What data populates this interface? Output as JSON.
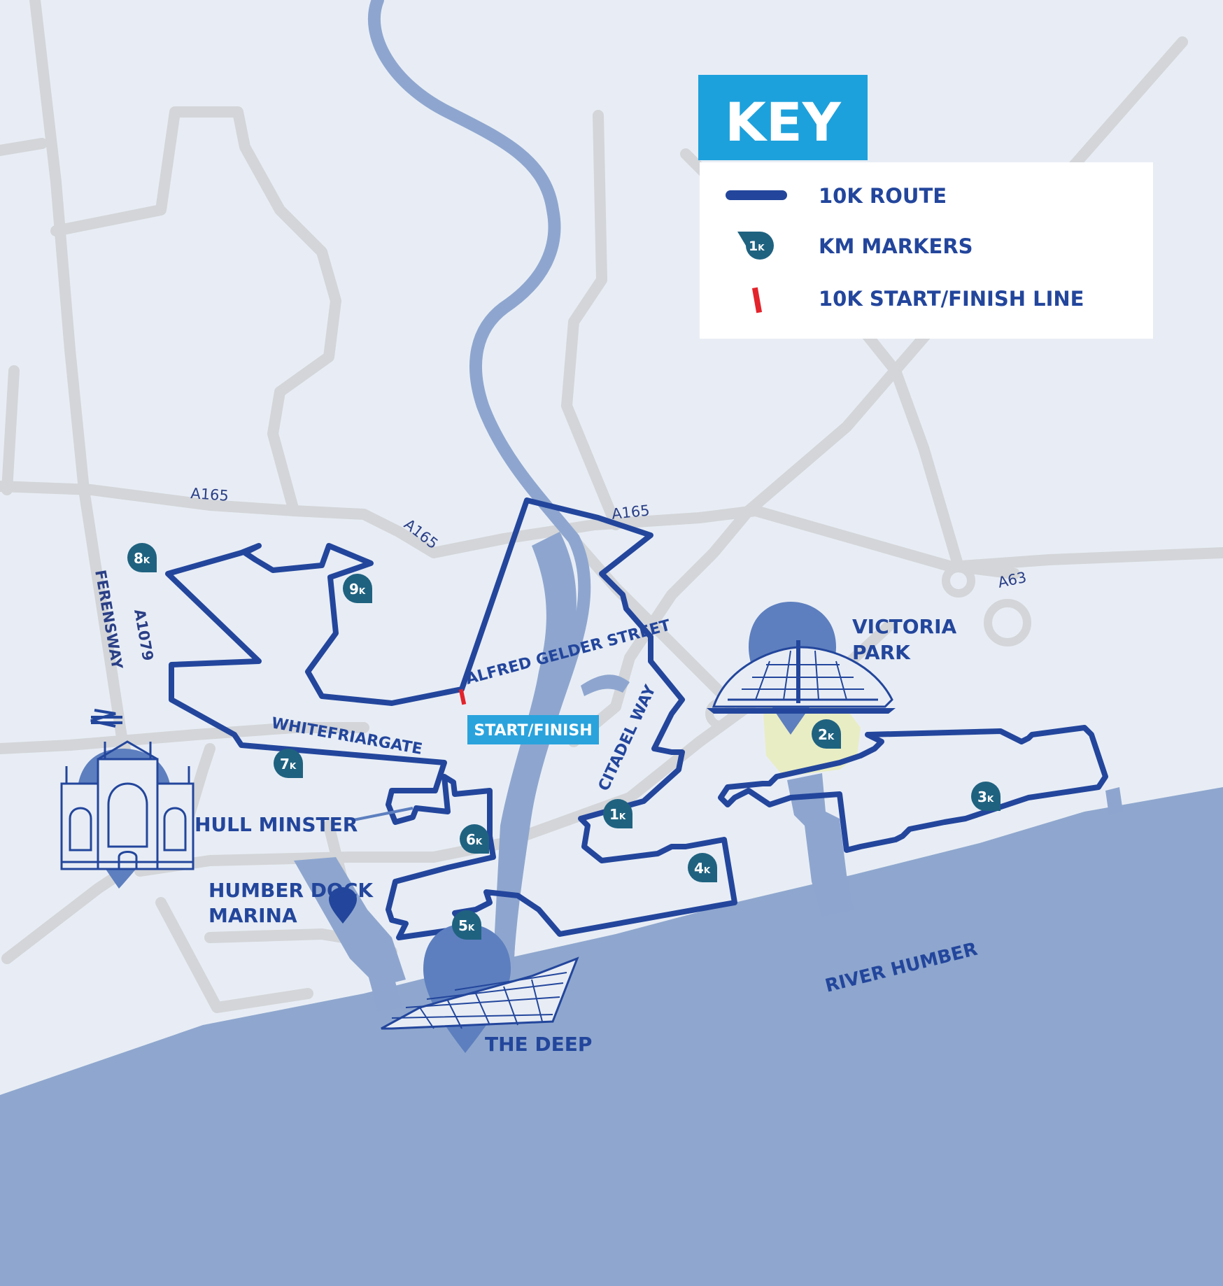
{
  "key": {
    "title": "KEY",
    "items": [
      {
        "icon": "route-line-icon",
        "label": "10K ROUTE"
      },
      {
        "icon": "km-marker-icon",
        "marker_text": "1",
        "marker_unit": "K",
        "label": "KM MARKERS"
      },
      {
        "icon": "start-finish-line-icon",
        "label": "10K START/FINISH LINE"
      }
    ]
  },
  "roads": {
    "a165_west": "A165",
    "a165_mid": "A165",
    "a165_east": "A165",
    "a63": "A63",
    "a1079": "A1079",
    "ferensway": "FERENSWAY"
  },
  "streets": {
    "alfred_gelder": "ALFRED GELDER STREET",
    "whitefriargate": "WHITEFRIARGATE",
    "citadel_way": "CITADEL WAY"
  },
  "start_finish_label": "START/FINISH",
  "places": {
    "victoria_park_line1": "VICTORIA",
    "victoria_park_line2": "PARK",
    "hull_minster": "HULL MINSTER",
    "humber_dock_line1": "HUMBER DOCK",
    "humber_dock_line2": "MARINA",
    "the_deep": "THE DEEP",
    "river_humber": "RIVER HUMBER"
  },
  "km_markers": [
    {
      "num": "1",
      "unit": "K"
    },
    {
      "num": "2",
      "unit": "K"
    },
    {
      "num": "3",
      "unit": "K"
    },
    {
      "num": "4",
      "unit": "K"
    },
    {
      "num": "5",
      "unit": "K"
    },
    {
      "num": "6",
      "unit": "K"
    },
    {
      "num": "7",
      "unit": "K"
    },
    {
      "num": "8",
      "unit": "K"
    },
    {
      "num": "9",
      "unit": "K"
    }
  ],
  "colors": {
    "background": "#e8edf5",
    "road": "#d3d5d8",
    "river": "#8ea6cf",
    "estuary": "#8fa7ce",
    "route": "#23469c",
    "marker": "#1f6280",
    "key_header": "#1da1dc",
    "start_finish": "#e3232b",
    "park": "#e9edc4"
  }
}
